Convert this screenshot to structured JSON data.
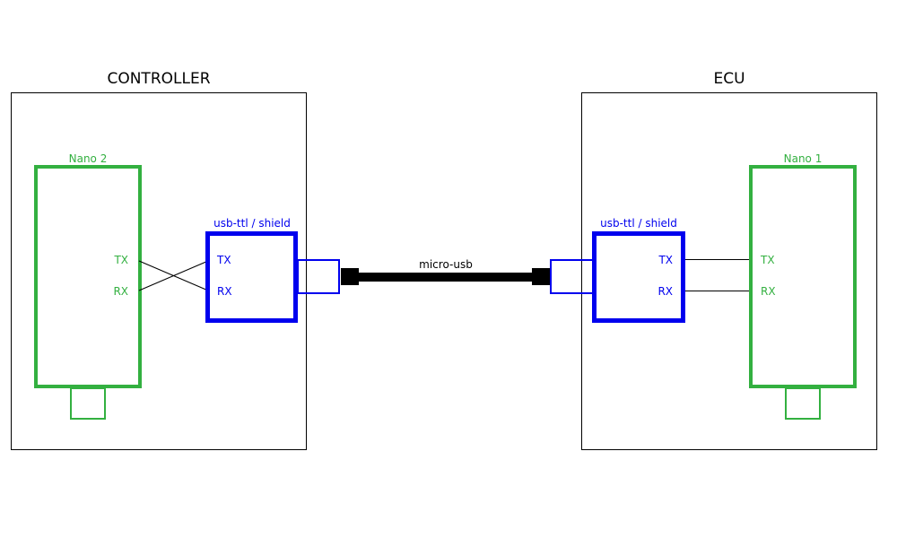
{
  "controller": {
    "title": "CONTROLLER",
    "nano_label": "Nano 2",
    "nano_tx": "TX",
    "nano_rx": "RX",
    "adapter_label": "usb-ttl / shield",
    "adapter_tx": "TX",
    "adapter_rx": "RX"
  },
  "ecu": {
    "title": "ECU",
    "nano_label": "Nano 1",
    "nano_tx": "TX",
    "nano_rx": "RX",
    "adapter_label": "usb-ttl / shield",
    "adapter_tx": "TX",
    "adapter_rx": "RX"
  },
  "cable": {
    "label": "micro-usb"
  },
  "colors": {
    "nano": "#33b040",
    "adapter": "#0000ee",
    "cable": "#000000"
  }
}
